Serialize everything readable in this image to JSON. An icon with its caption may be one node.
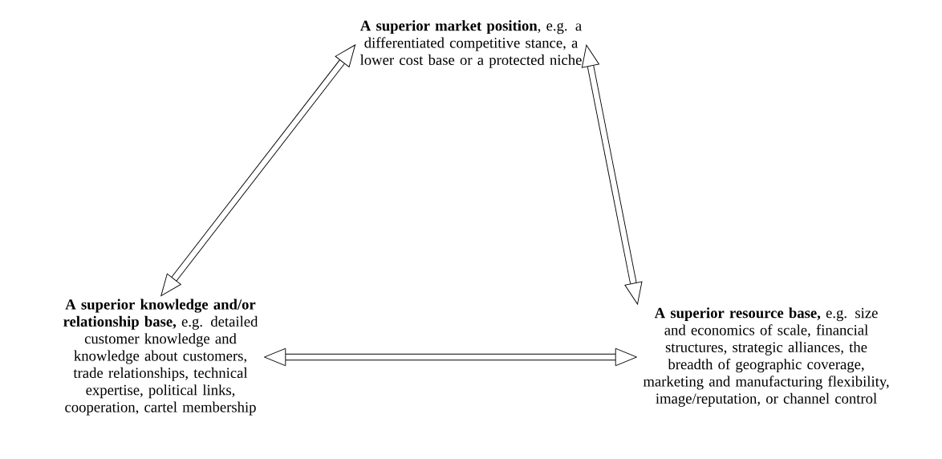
{
  "diagram": {
    "nodes": [
      {
        "text": [
          "**A superior market position**, e.g. a differentiated competitive stance, a lower cost base or a protected niche"
        ]
      },
      {
        "text": [
          "**A superior knowledge and/or relationship base,** e.g. detailed customer knowledge and knowledge about customers, trade relationships, technical expertise, political links, cooperation, cartel membership"
        ]
      },
      {
        "text": [
          "**A superior resource base,** e.g. size and economics of scale, financial structures, strategic alliances, the breadth of geographic coverage, marketing and manufacturing flexibility, image/reputation, or channel control"
        ]
      }
    ],
    "edges": [
      {
        "from": 0,
        "to": 1,
        "arrow": "both"
      },
      {
        "from": 0,
        "to": 2,
        "arrow": "both"
      },
      {
        "from": 1,
        "to": 2,
        "arrow": "both"
      }
    ]
  }
}
